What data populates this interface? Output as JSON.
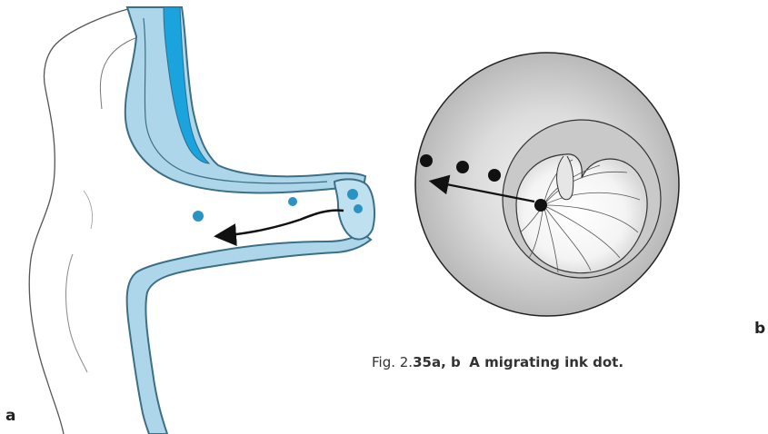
{
  "figure": {
    "panel_a_label": "a",
    "panel_b_label": "b",
    "caption": {
      "prefix": "Fig. 2.",
      "number": "35a, b",
      "title": "A migrating ink dot."
    }
  },
  "colors": {
    "canal_wall": "#aed6ea",
    "canal_outline": "#3b6f86",
    "bright_blue": "#1aa3dc",
    "ink_dot": "#2a93c4",
    "drum_gray": "#d2d2d2",
    "dot_black": "#111111"
  }
}
